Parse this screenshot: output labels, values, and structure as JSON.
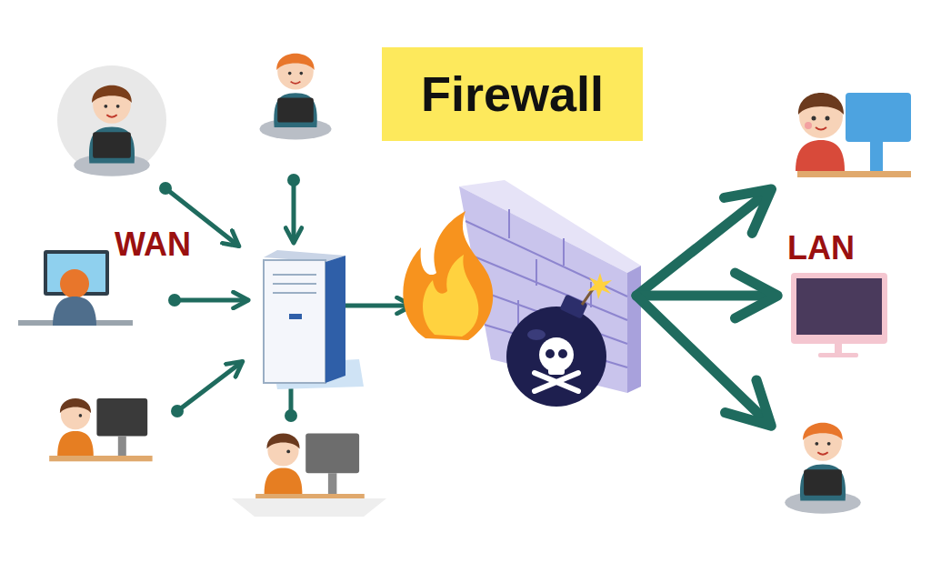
{
  "diagram": {
    "title": "Firewall",
    "labels": [
      "WAN",
      "LAN"
    ]
  }
}
